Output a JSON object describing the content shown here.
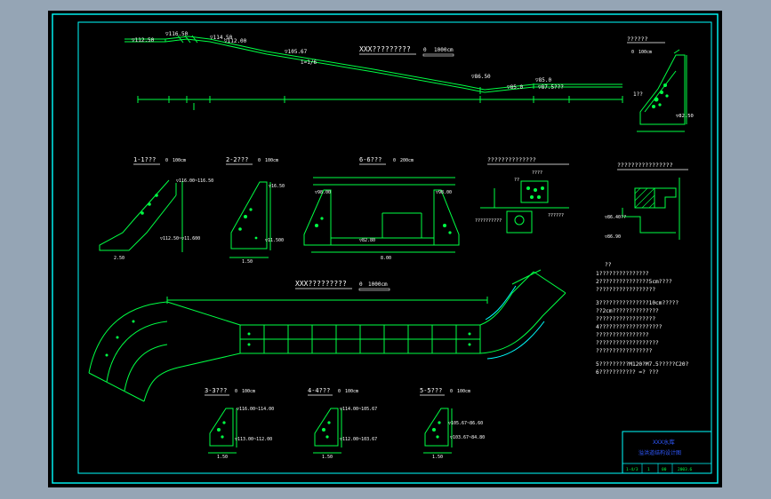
{
  "colors": {
    "app_background": "#95a5b5",
    "model_space": "#000000",
    "frame": "#00ffff",
    "geometry": "#00ff44",
    "dimension": "#00ff44",
    "label": "#ffffff",
    "title_block_text": "#2f58ff"
  },
  "sheet": {
    "profile_title": "XXX?????????",
    "profile_scale_zero": "0",
    "profile_scale_end": "1000cm",
    "plan_title": "XXX?????????",
    "plan_scale_zero": "0",
    "plan_scale_end": "1000cm",
    "slope_label": "i=1/6",
    "profile_levels": {
      "top_left": "▽112.50",
      "crest": "▽116.50",
      "crest2": "▽114.50",
      "crest3": "▽112.00",
      "mid": "▽105.67",
      "low1": "▽86.50",
      "low2": "▽85.0",
      "low3": "▽85.0",
      "low4": "▽87.5???"
    }
  },
  "details": {
    "top_right_title": "??????",
    "top_right_scale_zero": "0",
    "top_right_scale_end": "100cm",
    "top_right_level": "▽82.50",
    "top_right_note": "1??",
    "drain_title": "??????????????",
    "wall_title": "????????????????",
    "drain_notes": [
      "????",
      "??",
      "??????????",
      "??????"
    ],
    "wall_notes": [
      "▽86.40??",
      "▽86.90"
    ]
  },
  "sections": [
    {
      "title": "1-1???",
      "zero": "0",
      "end": "100cm",
      "levels": [
        "▽116.00~116.50",
        "▽112.50~▽11.600"
      ],
      "dim": "2.50"
    },
    {
      "title": "2-2???",
      "zero": "0",
      "end": "100cm",
      "levels": [
        "▽16.50",
        "▽11.500"
      ],
      "dim": "1.50"
    },
    {
      "title": "6-6???",
      "zero": "0",
      "end": "200cm",
      "levels": [
        "▽98.00",
        "▽98.00",
        "▽82.80"
      ],
      "dim": "8.00"
    },
    {
      "title": "3-3???",
      "zero": "0",
      "end": "100cm",
      "levels": [
        "▽116.00~114.00",
        "▽113.00~112.00"
      ],
      "dim": "1.50"
    },
    {
      "title": "4-4???",
      "zero": "0",
      "end": "100cm",
      "levels": [
        "▽114.00~105.67",
        "▽112.00~103.67"
      ],
      "dim": "1.50"
    },
    {
      "title": "5-5???",
      "zero": "0",
      "end": "100cm",
      "levels": [
        "▽105.67~86.60",
        "▽103.67~84.80"
      ],
      "dim": "1.50"
    }
  ],
  "notes": {
    "heading": "??",
    "lines": [
      "1???????????????",
      "2???????????????5cm????",
      "  ??????????????????",
      "3???????????????10cm?????",
      "  ??2cm??????????????",
      "  ??????????????????",
      "4???????????????????",
      "  ????????????????",
      "  ???????????????????",
      "  ?????????????????",
      "5?????????M120?M7.5?????C20?",
      "6???????????   =?   ???"
    ]
  },
  "title_block": {
    "company": "XXX水库",
    "drawing_name": "溢洪道结构设计图",
    "row": [
      "1-4/3",
      "1",
      "00",
      "2003.6"
    ]
  }
}
